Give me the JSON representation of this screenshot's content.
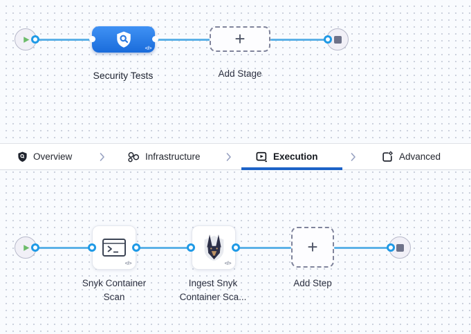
{
  "colors": {
    "accent_blue": "#1a6cdb",
    "edge_blue": "#5cb1e7",
    "connector_ring_blue": "#1f9ae6",
    "active_tab_underline": "#1d63c7",
    "play_green": "#6cbb69",
    "stop_gray": "#6e7289"
  },
  "glyphs": {
    "plus": "+",
    "code": "</>"
  },
  "stage_flow": {
    "stage_label": "Security Tests",
    "add_stage_label": "Add Stage"
  },
  "tabs": [
    {
      "label": "Overview",
      "icon": "shield-icon",
      "active": false
    },
    {
      "label": "Infrastructure",
      "icon": "cluster-icon",
      "active": false
    },
    {
      "label": "Execution",
      "icon": "play-box-icon",
      "active": true
    },
    {
      "label": "Advanced",
      "icon": "box-gear-icon",
      "active": false
    }
  ],
  "step_flow": {
    "steps": [
      {
        "label_line1": "Snyk Container",
        "label_line2": "Scan",
        "icon": "terminal-icon"
      },
      {
        "label_line1": "Ingest Snyk",
        "label_line2": "Container Sca...",
        "icon": "snyk-dog-icon"
      }
    ],
    "add_step_label": "Add Step"
  }
}
